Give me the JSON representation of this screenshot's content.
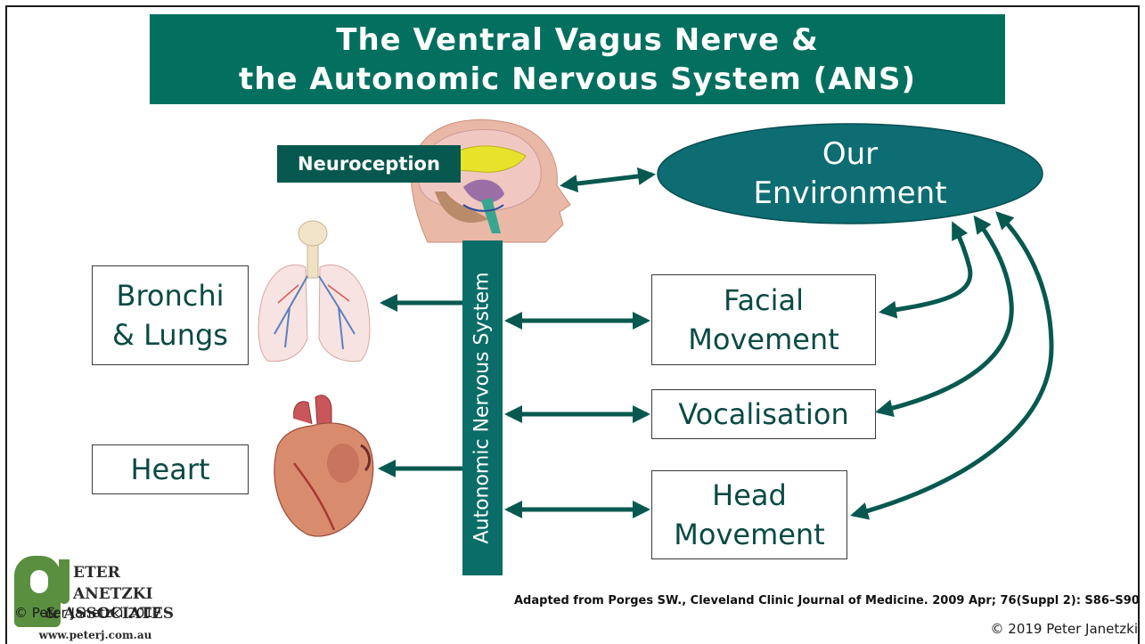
{
  "title": {
    "line1": "The Ventral Vagus Nerve &",
    "line2": "the Autonomic Nervous System (ANS)"
  },
  "neuroception": "Neuroception",
  "environment": {
    "line1": "Our",
    "line2": "Environment"
  },
  "ans_label": "Autonomic Nervous System",
  "organs": {
    "bronchi": {
      "line1": "Bronchi",
      "line2": "& Lungs"
    },
    "heart": "Heart"
  },
  "outputs": {
    "facial": {
      "line1": "Facial",
      "line2": "Movement"
    },
    "vocalisation": "Vocalisation",
    "head": {
      "line1": "Head",
      "line2": "Movement"
    }
  },
  "logo": {
    "line1": "ETER",
    "line2": "ANETZKI",
    "line3": "& ASSOCIATES",
    "url": "www.peterj.com.au",
    "copyright": "© Peter Janetzki 2017"
  },
  "citation": "Adapted from Porges SW., Cleveland Clinic Journal of Medicine. 2009 Apr; 76(Suppl 2): S86–S90",
  "copyright": "© 2019 Peter Janetzki",
  "colors": {
    "teal_dark": "#07594f",
    "teal_title": "#03705f",
    "teal_ellipse": "#0d6d72",
    "text": "#0b4a44"
  }
}
